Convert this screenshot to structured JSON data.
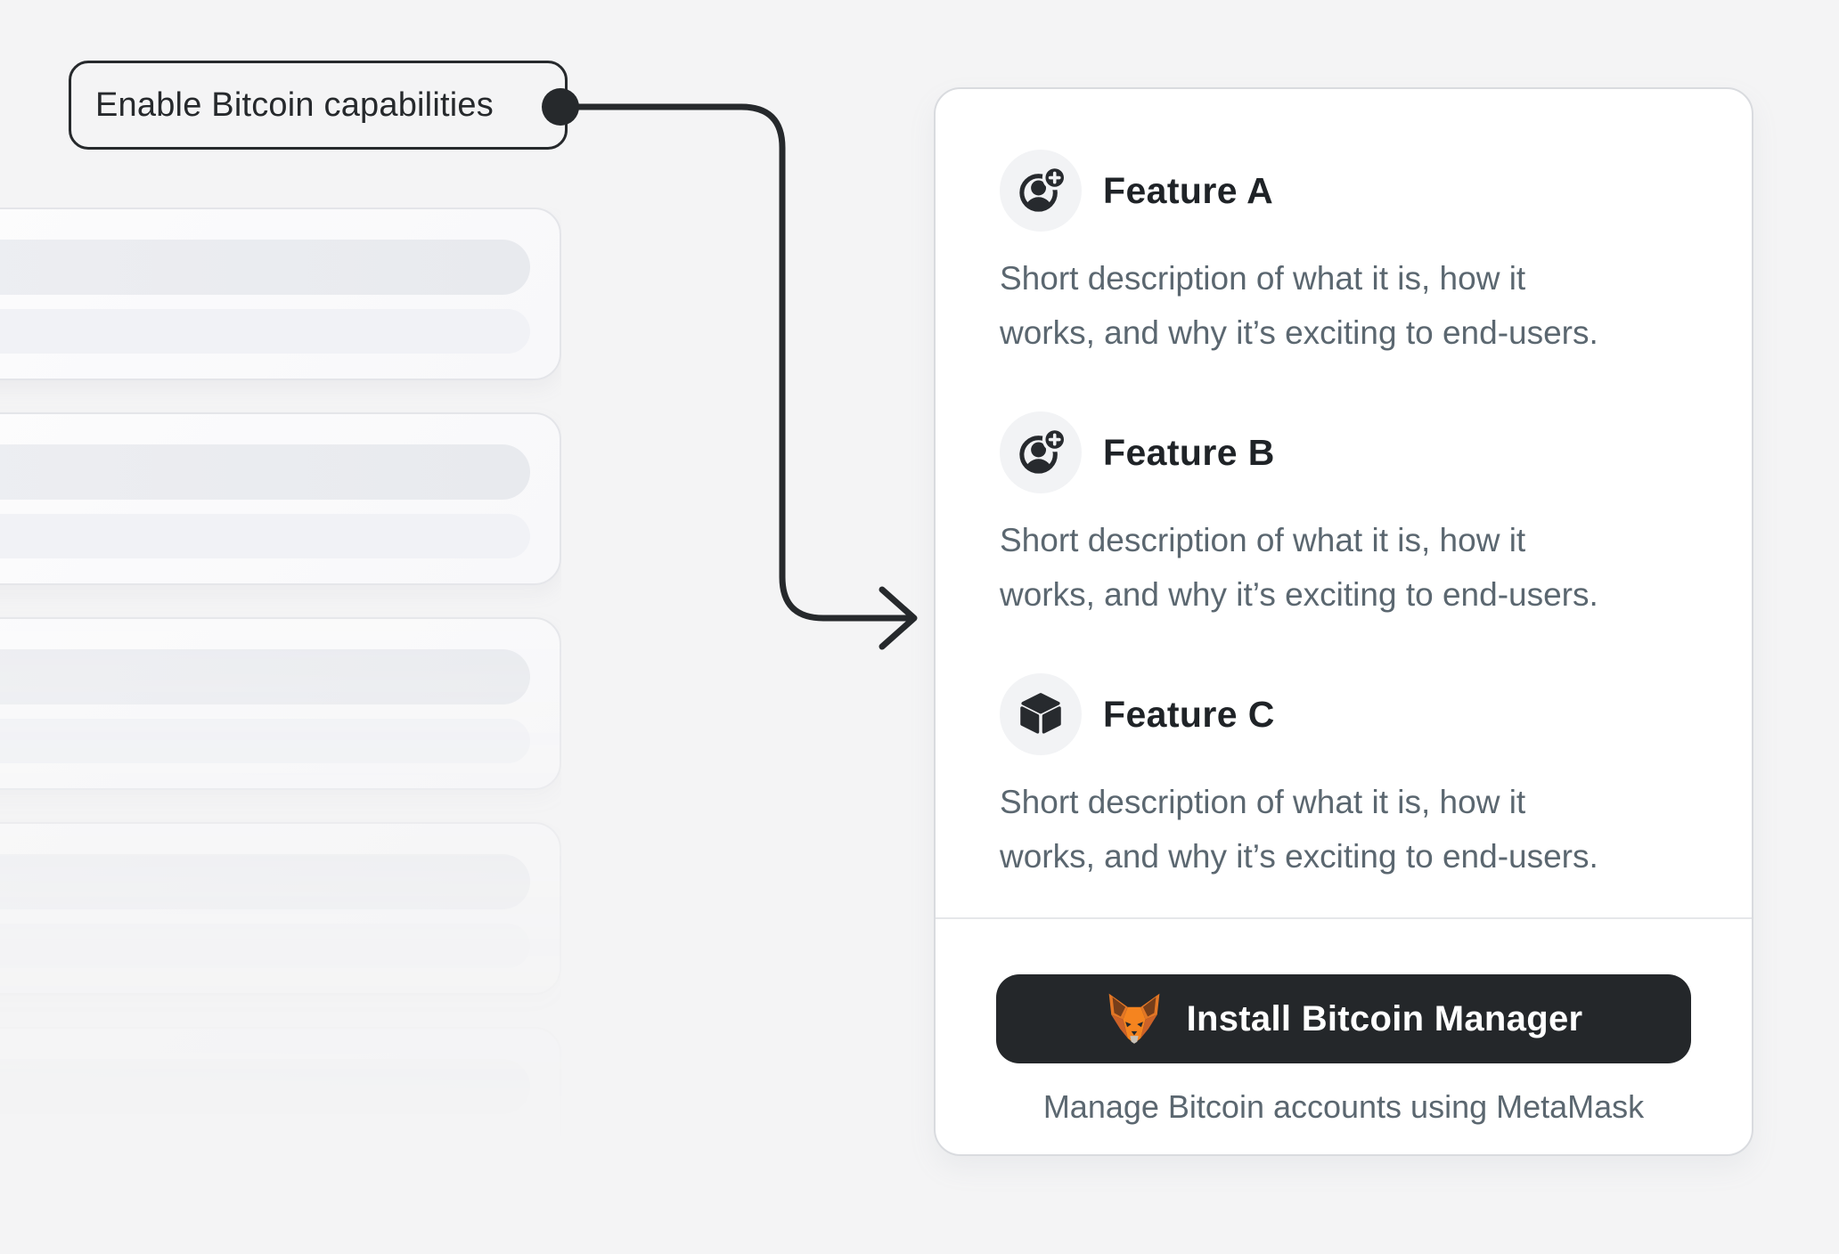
{
  "annotation": {
    "label": "Enable Bitcoin capabilities"
  },
  "features_card": {
    "features": [
      {
        "title": "Feature A",
        "icon": "add-account-icon",
        "description_lines": [
          "Short description of what it is, how it",
          "works, and why it’s exciting to end-users."
        ]
      },
      {
        "title": "Feature B",
        "icon": "add-account-icon",
        "description_lines": [
          "Short description of what it is, how it",
          "works, and why it’s exciting to end-users."
        ]
      },
      {
        "title": "Feature C",
        "icon": "cube-icon",
        "description_lines": [
          "Short description of what it is, how it",
          "works, and why it’s exciting to end-users."
        ]
      }
    ],
    "footer": {
      "install_button_label": "Install Bitcoin Manager",
      "caption": "Manage Bitcoin accounts using MetaMask"
    }
  },
  "colors": {
    "background": "#f4f4f5",
    "ink": "#26292c",
    "heading": "#1f2327",
    "body_text": "#5b6770",
    "card_border": "#d9dbdf",
    "button_bg": "#24272a",
    "fox_orange": "#F5841F"
  }
}
